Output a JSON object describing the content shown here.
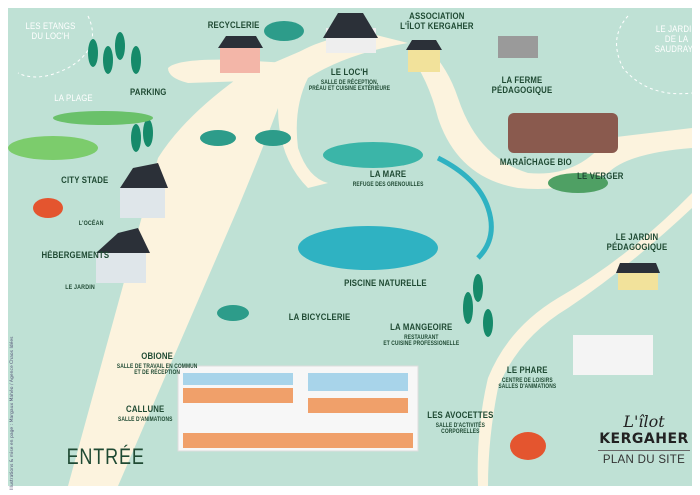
{
  "map": {
    "colors": {
      "grass": "#bfe1d5",
      "path": "#fcf3de",
      "water": "#2fb2c2",
      "tree": "#168a6a",
      "roof": "#2b3038",
      "text": "#1f4a33"
    },
    "labels": {
      "etangs": "LES ETANGS\nDU LOC'H",
      "plage": "LA PLAGE",
      "parking": "PARKING",
      "recyclerie": "RECYCLERIE",
      "association": "ASSOCIATION\nL'ÎLOT KERGAHER",
      "loch": "LE LOC'H",
      "loch_sub": "SALLE DE RÉCEPTION,\nPRÉAU ET CUISINE EXTÉRIEURE",
      "ferme": "LA FERME\nPÉDAGOGIQUE",
      "saudraye": "LE JARDIN\nDE LA\nSAUDRAYE",
      "mare": "LA MARE",
      "mare_sub": "REFUGE DES GRENOUILLES",
      "maraichage": "MARAÎCHAGE BIO",
      "verger": "LE VERGER",
      "city_stade": "CITY STADE",
      "ocean": "L'OCÉAN",
      "hebergements": "HÉBERGEMENTS",
      "le_jardin": "LE JARDIN",
      "jardin_pedagogique": "LE JARDIN\nPÉDAGOGIQUE",
      "piscine": "PISCINE NATURELLE",
      "bicyclerie": "LA BICYCLERIE",
      "mangeoire": "LA MANGEOIRE",
      "mangeoire_sub": "RESTAURANT\nET CUISINE PROFESSIONELLE",
      "obione": "OBIONE",
      "obione_sub": "SALLE DE TRAVAIL EN COMMUN\nET DE RÉCEPTION",
      "callune": "CALLUNE",
      "callune_sub": "SALLE D'ANIMATIONS",
      "avocettes": "LES AVOCETTES",
      "avocettes_sub": "SALLE D'ACTIVITÉS\nCORPORELLES",
      "phare": "LE PHARE",
      "phare_sub": "CENTRE DE LOISIRS\nSALLES D'ANIMATIONS",
      "entree": "ENTRÉE"
    }
  },
  "logo": {
    "script": "L'îlot",
    "name": "KERGAHER",
    "subtitle": "PLAN DU SITE"
  },
  "credit": "Illustrations & mise en page : Margaux Mahéo / Agence Chaos Idées"
}
